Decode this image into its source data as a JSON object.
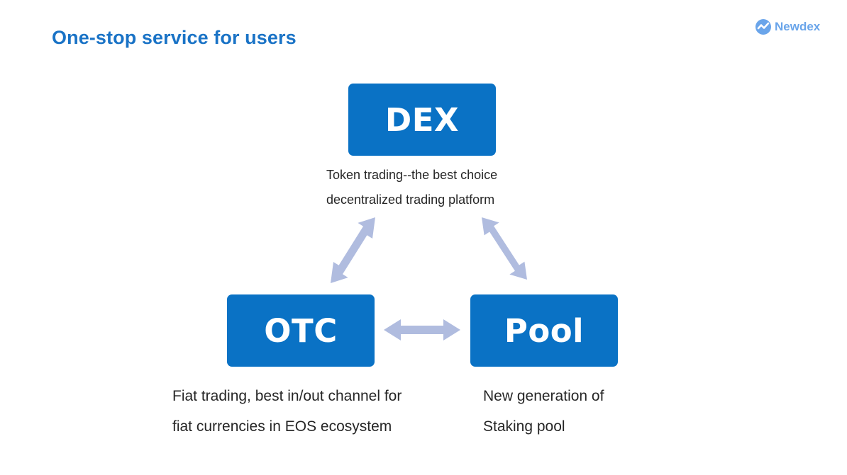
{
  "header": {
    "title": "One-stop service for users",
    "logo_text": "Newdex"
  },
  "nodes": {
    "dex": {
      "label": "DEX",
      "caption": [
        "Token trading--the best choice",
        "decentralized trading platform"
      ]
    },
    "otc": {
      "label": "OTC",
      "caption": [
        "Fiat trading, best in/out channel for",
        "fiat currencies in EOS ecosystem"
      ]
    },
    "pool": {
      "label": "Pool",
      "caption": [
        "New generation of",
        "Staking pool"
      ]
    }
  },
  "colors": {
    "title": "#1a73c6",
    "box": "#0a72c5",
    "arrow": "#b0bcdf",
    "logo": "#6aa5ea"
  }
}
